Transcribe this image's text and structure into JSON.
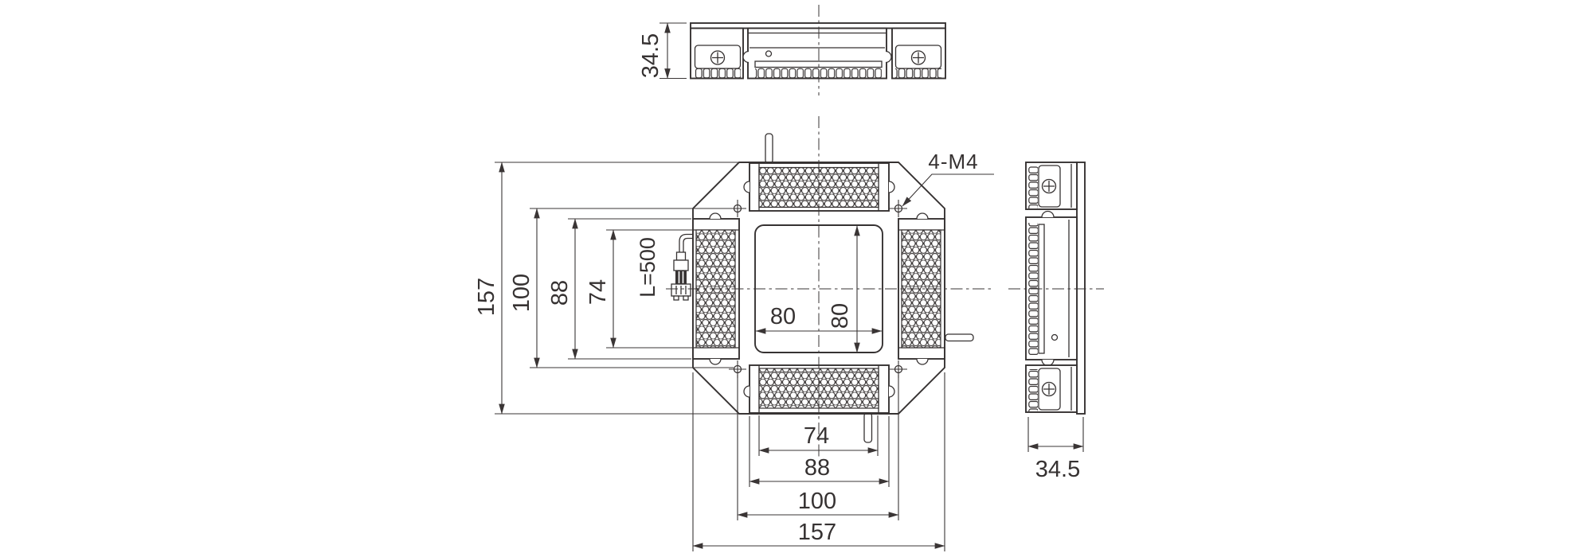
{
  "drawing": {
    "dimensions": {
      "top_view_thickness": "34.5",
      "overall_height": "157",
      "hole_pitch_v": "100",
      "module_length_v": "88",
      "window_length_v": "74",
      "cable_length": "L=500",
      "opening_width": "80",
      "opening_height": "80",
      "corner_holes": "4-M4",
      "window_length_h": "74",
      "module_length_h": "88",
      "hole_pitch_h": "100",
      "overall_width": "157",
      "side_view_thickness": "34.5"
    },
    "colors": {
      "line": "#363232",
      "background": "#ffffff"
    }
  }
}
